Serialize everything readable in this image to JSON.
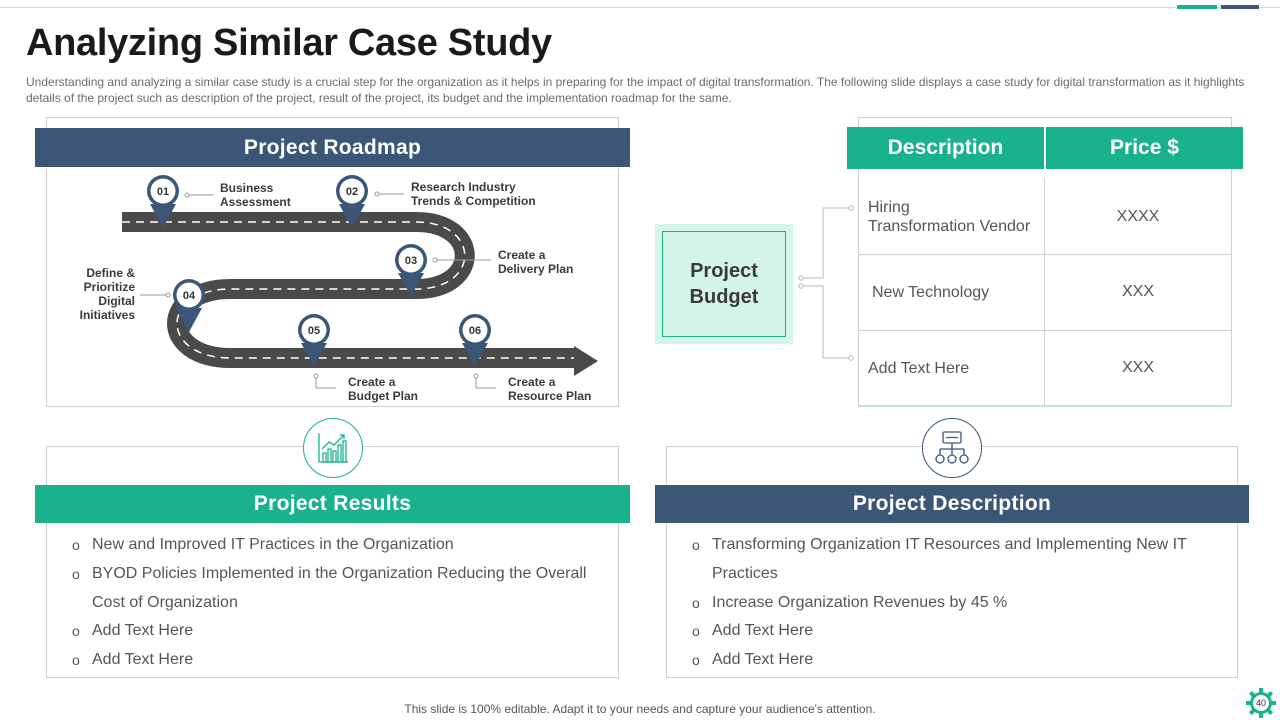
{
  "title": "Analyzing Similar Case Study",
  "subtitle": "Understanding  and analyzing a similar case study is a crucial step for the organization  as it helps in preparing  for the impact of digital transformation. The following  slide displays a case study for digital transformation  as it highlights details of the project such as description of the project, result of the project, its budget and the implementation roadmap  for the same.",
  "roadmap": {
    "heading": "Project Roadmap",
    "steps": [
      {
        "num": "01",
        "label": "Business\nAssessment"
      },
      {
        "num": "02",
        "label": "Research Industry\nTrends & Competition"
      },
      {
        "num": "03",
        "label": "Create a\nDelivery Plan"
      },
      {
        "num": "04",
        "label": "Define &\nPrioritize\nDigital\nInitiatives"
      },
      {
        "num": "05",
        "label": "Create a\nBudget Plan"
      },
      {
        "num": "06",
        "label": "Create a\nResource Plan"
      }
    ]
  },
  "budget": {
    "label": "Project\nBudget",
    "headers": {
      "description": "Description",
      "price": "Price $"
    },
    "rows": [
      {
        "description": "Hiring\nTransformation Vendor",
        "price": "XXXX"
      },
      {
        "description": "New Technology",
        "price": "XXX"
      },
      {
        "description": "Add Text Here",
        "price": "XXX"
      }
    ]
  },
  "results": {
    "heading": "Project Results",
    "items": [
      "New and Improved IT Practices in the Organization",
      "BYOD Policies Implemented  in the Organization  Reducing the Overall Cost of Organization",
      "Add Text Here",
      "Add Text Here"
    ]
  },
  "description": {
    "heading": "Project Description",
    "items": [
      "Transforming  Organization  IT Resources and Implementing  New IT Practices",
      "Increase  Organization Revenues  by 45 %",
      "Add Text Here",
      "Add Text Here"
    ]
  },
  "footer": "This slide is 100% editable. Adapt it to your needs and capture your audience's attention.",
  "page_number": "40",
  "colors": {
    "green": "#1ab28c",
    "navy": "#3b5677",
    "road": "#4a4a4a"
  },
  "icons": {
    "results": "growth-chart-icon",
    "description": "hierarchy-network-icon",
    "page": "gear-icon"
  }
}
